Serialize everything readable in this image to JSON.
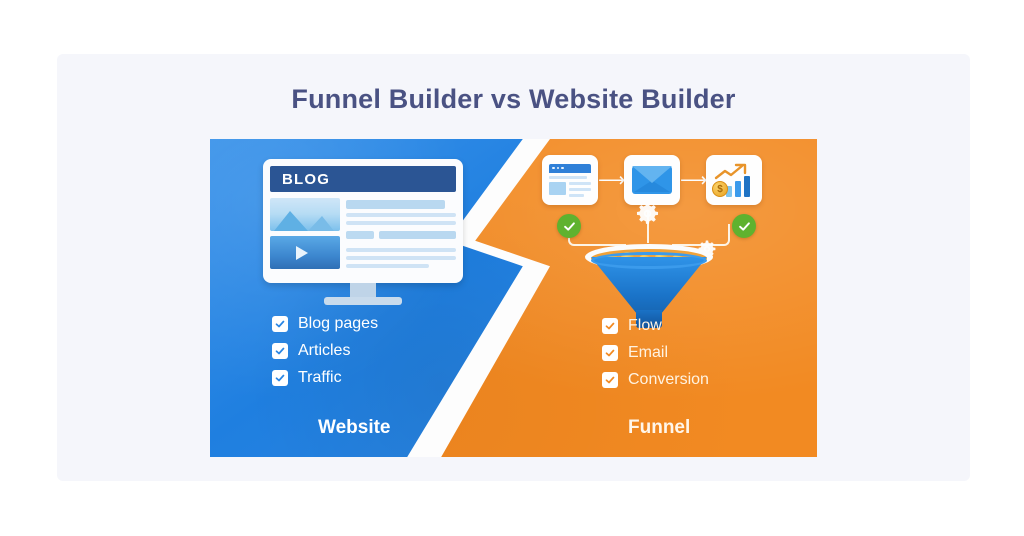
{
  "page": {
    "background": "#ffffff",
    "card_background": "#f5f6fb"
  },
  "header": {
    "title": "Funnel Builder vs Website Builder",
    "title_color": "#4a5283"
  },
  "comparison": {
    "left_panel": {
      "name": "website",
      "label": "Website",
      "background_color": "#2a86e4",
      "screen": {
        "header_text": "BLOG",
        "header_color": "#2b5594",
        "device": "desktop-monitor"
      },
      "features": [
        {
          "icon": "check-icon",
          "label": "Blog pages"
        },
        {
          "icon": "check-icon",
          "label": "Articles"
        },
        {
          "icon": "check-icon",
          "label": "Traffic"
        }
      ]
    },
    "right_panel": {
      "name": "funnel",
      "label": "Funnel",
      "background_color": "#f28a22",
      "flow_steps": [
        {
          "icon": "landing-page-icon",
          "name": "landing-page"
        },
        {
          "connector": "arrow-right-icon"
        },
        {
          "icon": "envelope-icon",
          "name": "email"
        },
        {
          "connector": "arrow-right-icon"
        },
        {
          "icon": "growth-chart-icon",
          "name": "revenue",
          "badge": "$"
        }
      ],
      "status_badges": [
        {
          "icon": "green-check-icon",
          "color": "#5fb22f"
        },
        {
          "icon": "green-check-icon",
          "color": "#5fb22f"
        }
      ],
      "gears": [
        {
          "icon": "gear-icon"
        },
        {
          "icon": "gear-icon"
        }
      ],
      "funnel_graphic": {
        "name": "funnel-icon",
        "color": "#1a73c8",
        "contents": "gold-coins"
      },
      "features": [
        {
          "icon": "check-icon",
          "label": "Flow"
        },
        {
          "icon": "check-icon",
          "label": "Email"
        },
        {
          "icon": "check-icon",
          "label": "Conversion"
        }
      ]
    },
    "divider": {
      "name": "lightning-bolt-divider",
      "color": "#fdfdfd"
    }
  }
}
